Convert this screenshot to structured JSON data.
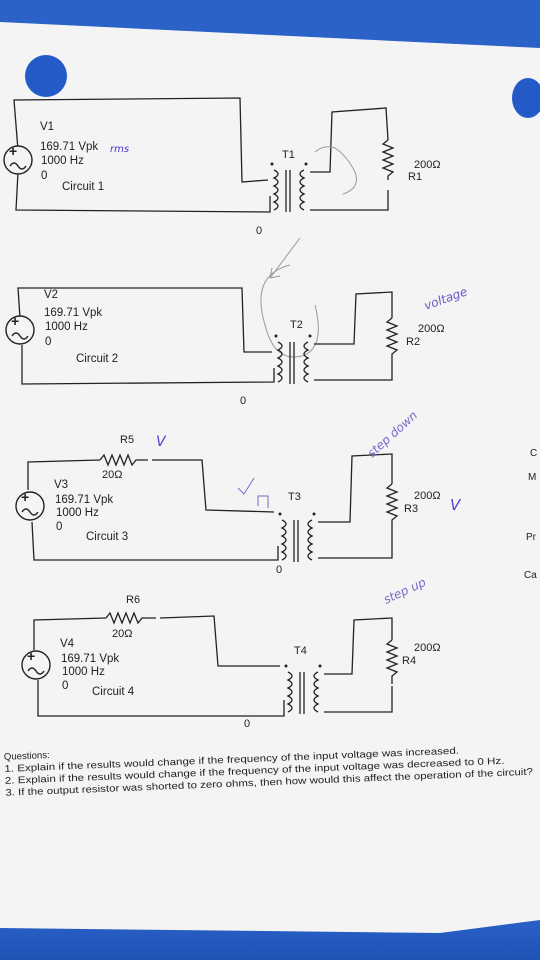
{
  "circuits": [
    {
      "source": "V1",
      "vpk": "169.71 Vpk",
      "freq": "1000 Hz",
      "phase": "0",
      "name": "Circuit 1",
      "transformer": "T1",
      "res_label": "R1",
      "res_value": "200Ω",
      "ground": "0"
    },
    {
      "source": "V2",
      "vpk": "169.71 Vpk",
      "freq": "1000 Hz",
      "phase": "0",
      "name": "Circuit 2",
      "transformer": "T2",
      "res_label": "R2",
      "res_value": "200Ω",
      "ground": "0"
    },
    {
      "source": "V3",
      "vpk": "169.71 Vpk",
      "freq": "1000 Hz",
      "phase": "0",
      "name": "Circuit 3",
      "transformer": "T3",
      "res_label": "R3",
      "res_value": "200Ω",
      "ground": "0",
      "series_label": "R5",
      "series_value": "20Ω"
    },
    {
      "source": "V4",
      "vpk": "169.71 Vpk",
      "freq": "1000 Hz",
      "phase": "0",
      "name": "Circuit 4",
      "transformer": "T4",
      "res_label": "R4",
      "res_value": "200Ω",
      "ground": "0",
      "series_label": "R6",
      "series_value": "20Ω"
    }
  ],
  "handwriting": {
    "rms": "rms",
    "voltage": "voltage",
    "step_down": "step down",
    "step_up": "step up",
    "check": "V"
  },
  "edge_letters": [
    "C",
    "M",
    "Pr",
    "Ca"
  ],
  "questions": {
    "heading": "Questions:",
    "items": [
      "1. Explain if the results would change if the frequency of the input voltage was increased.",
      "2. Explain if the results would change if the frequency of the input voltage was decreased to 0 Hz.",
      "3. If the output resistor was shorted to zero ohms, then how would this affect the operation of the circuit?"
    ]
  },
  "colors": {
    "paper": "#f4f4f4",
    "background": "#2a62c8",
    "ink": "#222222",
    "pencil": "#888888",
    "pen": "#5a3ad0"
  }
}
